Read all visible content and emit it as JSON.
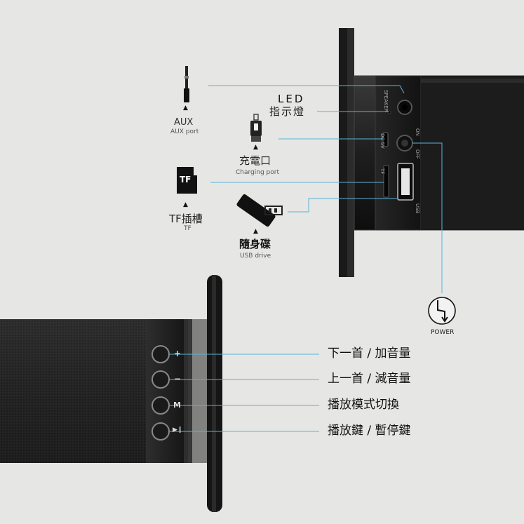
{
  "colors": {
    "background": "#e6e6e4",
    "leader_line": "#5bb3d8",
    "device": "#1b1b1b"
  },
  "icons": [
    "aux-plug-icon",
    "usb-cable-icon",
    "tf-card-icon",
    "usb-drive-icon",
    "power-icon"
  ],
  "triangle": "▲",
  "labels": {
    "aux": {
      "main": "AUX",
      "sub": "AUX port"
    },
    "led": {
      "line1": "LED",
      "line2": "指示燈"
    },
    "charging": {
      "main": "充電口",
      "sub": "Charging port"
    },
    "tf": {
      "card": "TF",
      "main": "TF插槽",
      "sub": "TF"
    },
    "usb": {
      "main": "隨身碟",
      "sub": "USB drive"
    },
    "power": "POWER"
  },
  "panel_text": {
    "speaker": "SPEAKER",
    "on": "ON",
    "off": "OFF",
    "dc": "DC 5V",
    "tf": "TF",
    "usb": "USB"
  },
  "buttons": [
    {
      "symbol": "+",
      "label": "下一首 / 加音量"
    },
    {
      "symbol": "−",
      "label": "上一首 / 減音量"
    },
    {
      "symbol": "M",
      "label": "播放模式切換"
    },
    {
      "symbol": "▶❙",
      "label": "播放鍵 / 暫停鍵"
    }
  ]
}
